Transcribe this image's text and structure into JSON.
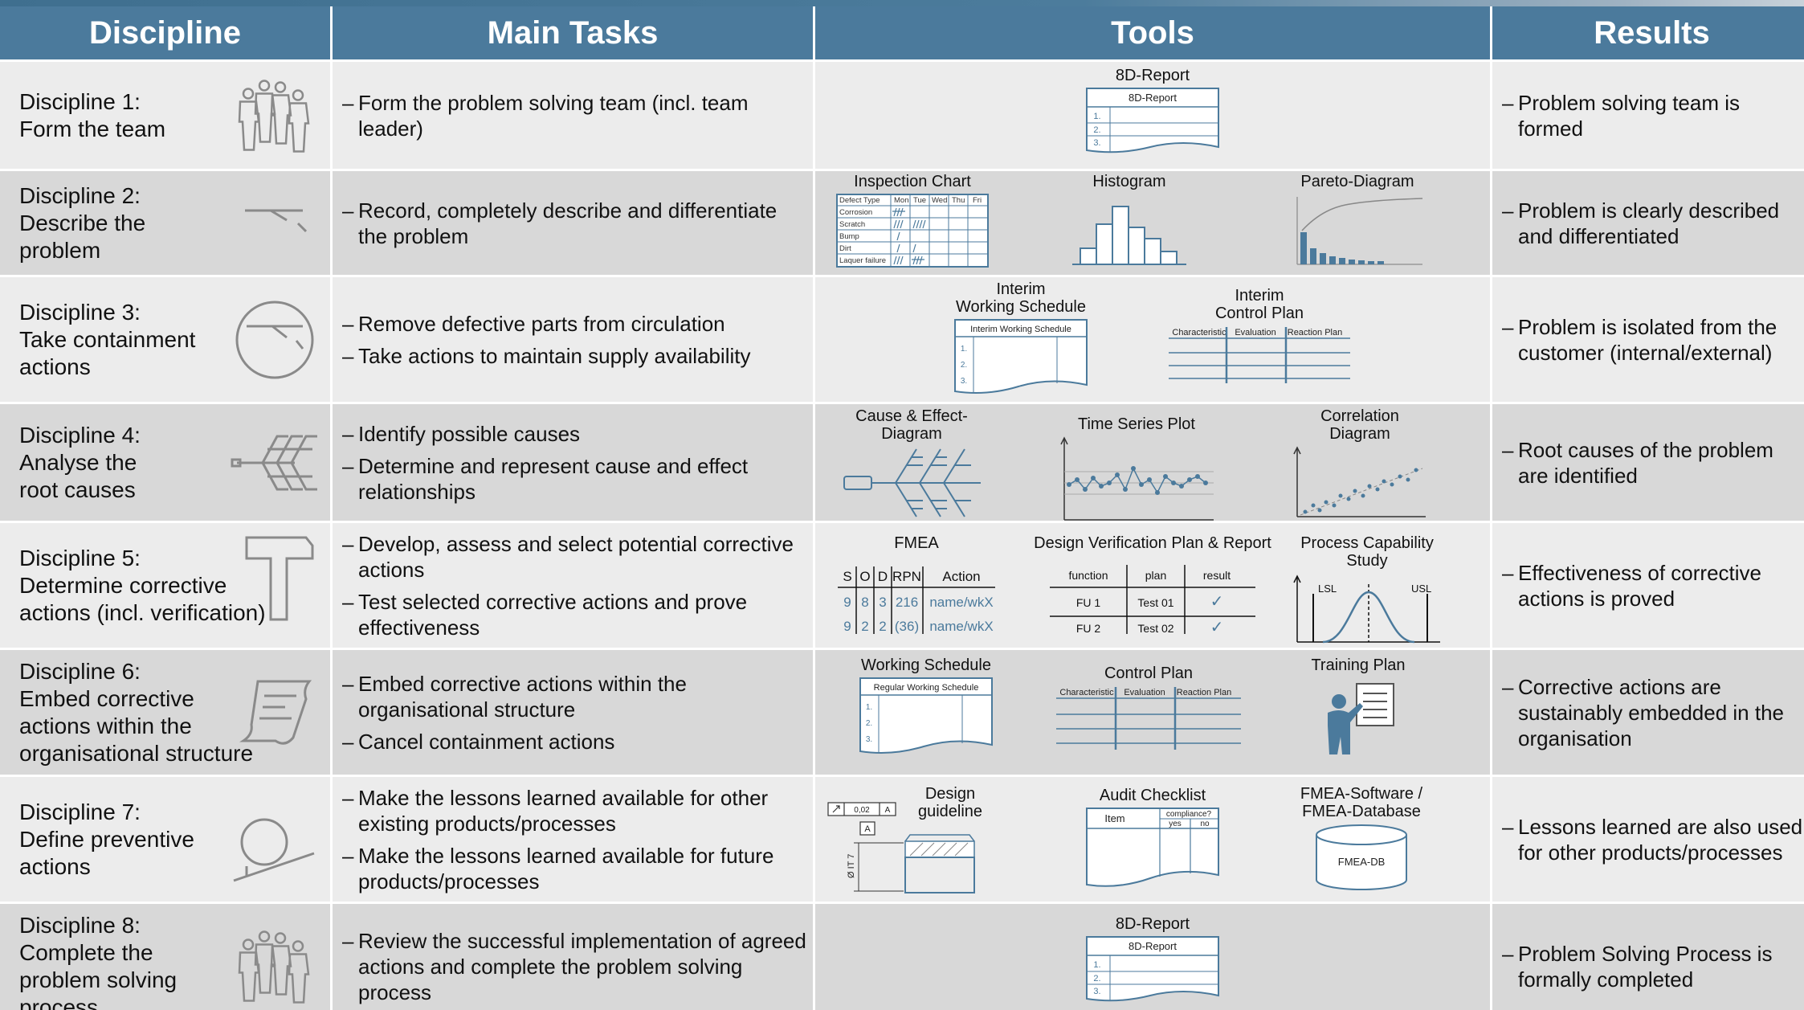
{
  "header": {
    "discipline": "Discipline",
    "main_tasks": "Main Tasks",
    "tools": "Tools",
    "results": "Results"
  },
  "rows": [
    {
      "discipline": [
        "Discipline 1:",
        "Form the team"
      ],
      "tasks": [
        "Form the problem solving team (incl. team leader)"
      ],
      "tools": [
        {
          "label": "8D-Report",
          "inner": "8D-Report",
          "nums": [
            "1.",
            "2.",
            "3."
          ]
        }
      ],
      "result": "Problem solving team is formed"
    },
    {
      "discipline": [
        "Discipline 2:",
        "Describe the",
        "problem"
      ],
      "tasks": [
        "Record, completely describe and differentiate the problem"
      ],
      "tools": [
        {
          "label": "Inspection Chart",
          "head": [
            "Defect Type",
            "Mon",
            "Tue",
            "Wed",
            "Thu",
            "Fri"
          ],
          "rows": [
            "Corrosion",
            "Scratch",
            "Bump",
            "Dirt",
            "Laquer failure"
          ]
        },
        {
          "label": "Histogram"
        },
        {
          "label": "Pareto-Diagram"
        }
      ],
      "result": "Problem is clearly described and differentiated"
    },
    {
      "discipline": [
        "Discipline 3:",
        "Take containment",
        "actions"
      ],
      "tasks": [
        "Remove defective parts from circulation",
        "Take actions to maintain supply availability"
      ],
      "tools": [
        {
          "label": [
            "Interim",
            "Working Schedule"
          ],
          "inner": "Interim Working Schedule",
          "nums": [
            "1.",
            "2.",
            "3."
          ]
        },
        {
          "label": [
            "Interim",
            "Control Plan"
          ],
          "cols": [
            "Characteristic",
            "Evaluation",
            "Reaction Plan"
          ]
        }
      ],
      "result": "Problem is isolated from the customer (internal/external)"
    },
    {
      "discipline": [
        "Discipline 4:",
        "Analyse the",
        "root causes"
      ],
      "tasks": [
        "Identify possible causes",
        "Determine and represent cause and effect relationships"
      ],
      "tools": [
        {
          "label": [
            "Cause & Effect-",
            "Diagram"
          ]
        },
        {
          "label": [
            "Time Series Plot"
          ]
        },
        {
          "label": [
            "Correlation",
            "Diagram"
          ]
        }
      ],
      "result": "Root causes of the problem are identified"
    },
    {
      "discipline": [
        "Discipline 5:",
        "Determine corrective",
        "actions (incl. verification)"
      ],
      "tasks": [
        "Develop, assess and select potential corrective actions",
        "Test selected corrective actions and prove effectiveness"
      ],
      "tools": [
        {
          "label": [
            "FMEA"
          ],
          "head": [
            "S",
            "O",
            "D",
            "RPN",
            "Action"
          ],
          "rows": [
            [
              "9",
              "8",
              "3",
              "216",
              "name/wkX"
            ],
            [
              "9",
              "2",
              "2",
              "(36)",
              "name/wkX"
            ]
          ]
        },
        {
          "label": [
            "Design Verification Plan & Report"
          ],
          "head": [
            "function",
            "plan",
            "result"
          ],
          "rows": [
            [
              "FU 1",
              "Test 01",
              "✓"
            ],
            [
              "FU 2",
              "Test 02",
              "✓"
            ]
          ]
        },
        {
          "label": [
            "Process Capability",
            "Study"
          ],
          "lsl": "LSL",
          "usl": "USL"
        }
      ],
      "result": "Effectiveness of corrective actions is proved"
    },
    {
      "discipline": [
        "Discipline 6:",
        "Embed corrective",
        "actions within the",
        "organisational structure"
      ],
      "tasks": [
        "Embed corrective actions within the organisational structure",
        "Cancel containment actions"
      ],
      "tools": [
        {
          "label": [
            "Working Schedule"
          ],
          "inner": "Regular Working Schedule",
          "nums": [
            "1.",
            "2.",
            "3."
          ]
        },
        {
          "label": [
            "Control Plan"
          ],
          "cols": [
            "Characteristic",
            "Evaluation",
            "Reaction Plan"
          ]
        },
        {
          "label": [
            "Training Plan"
          ]
        }
      ],
      "result": "Corrective actions are sustainably embedded in the organisation"
    },
    {
      "discipline": [
        "Discipline 7:",
        "Define preventive",
        "actions"
      ],
      "tasks": [
        "Make the lessons learned available for other existing products/processes",
        "Make the lessons learned available for future products/processes"
      ],
      "tools": [
        {
          "label": [
            "Design",
            "guideline"
          ],
          "tol": "0,02",
          "datum": "A",
          "dim": "Ø IT 7"
        },
        {
          "label": [
            "Audit Checklist"
          ],
          "item": "Item",
          "compliance": "compliance?",
          "yes": "yes",
          "no": "no"
        },
        {
          "label": [
            "FMEA-Software /",
            "FMEA-Database"
          ],
          "db": "FMEA-DB"
        }
      ],
      "result": "Lessons learned are also used for other products/processes"
    },
    {
      "discipline": [
        "Discipline 8:",
        "Complete the",
        "problem solving",
        "process"
      ],
      "tasks": [
        "Review the successful implementation of agreed actions and complete the problem solving process"
      ],
      "tools": [
        {
          "label": "8D-Report",
          "inner": "8D-Report",
          "nums": [
            "1.",
            "2.",
            "3."
          ]
        }
      ],
      "result": "Problem Solving Process is formally completed"
    }
  ],
  "colors": {
    "header": "#4b7a9c",
    "row_light": "#ececec",
    "row_dark": "#d8d8d8",
    "icon_gray": "#8a8a8a",
    "accent_blue": "#4b7a9c"
  }
}
